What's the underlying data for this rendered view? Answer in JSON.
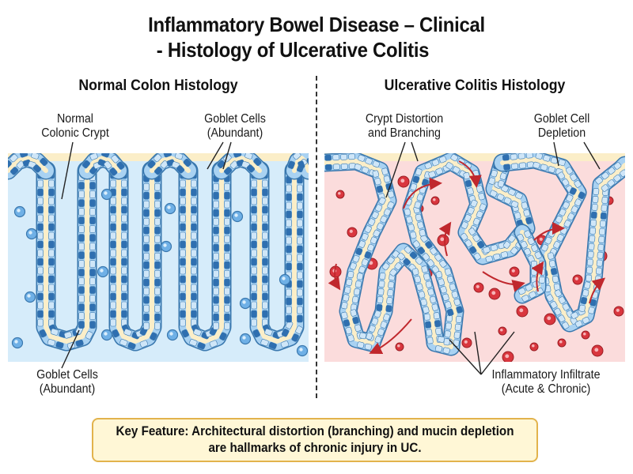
{
  "title": {
    "line1": "Inflammatory Bowel Disease – Clinical",
    "line2": "- Histology of Ulcerative Colitis"
  },
  "normal": {
    "heading": "Normal Colon Histology",
    "label_crypt": [
      "Normal",
      "Colonic Crypt"
    ],
    "label_goblet_top": [
      "Goblet Cells",
      "(Abundant)"
    ],
    "label_goblet_bottom": [
      "Goblet Cells",
      "(Abundant)"
    ]
  },
  "uc": {
    "heading": "Ulcerative Colitis Histology",
    "label_distortion": [
      "Crypt Distortion",
      "and Branching"
    ],
    "label_depletion": [
      "Goblet Cell",
      "Depletion"
    ],
    "label_infiltrate": [
      "Inflammatory Infiltrate",
      "(Acute & Chronic)"
    ]
  },
  "key_feature": {
    "line1": "Key Feature: Architectural distortion (branching) and mucin depletion",
    "line2": "are hallmarks of chronic injury in UC."
  },
  "colors": {
    "normal_bg": "#d6ecfa",
    "uc_bg": "#fbdcdc",
    "lumen": "#fbeec8",
    "cell": "#a9d2f2",
    "cell_stroke": "#3a78ae",
    "goblet": "#2f6fb0",
    "inflam_cell": "#d9363e",
    "arrow": "#c0282d",
    "key_bg": "#fff7d6",
    "key_border": "#e2b34c"
  }
}
